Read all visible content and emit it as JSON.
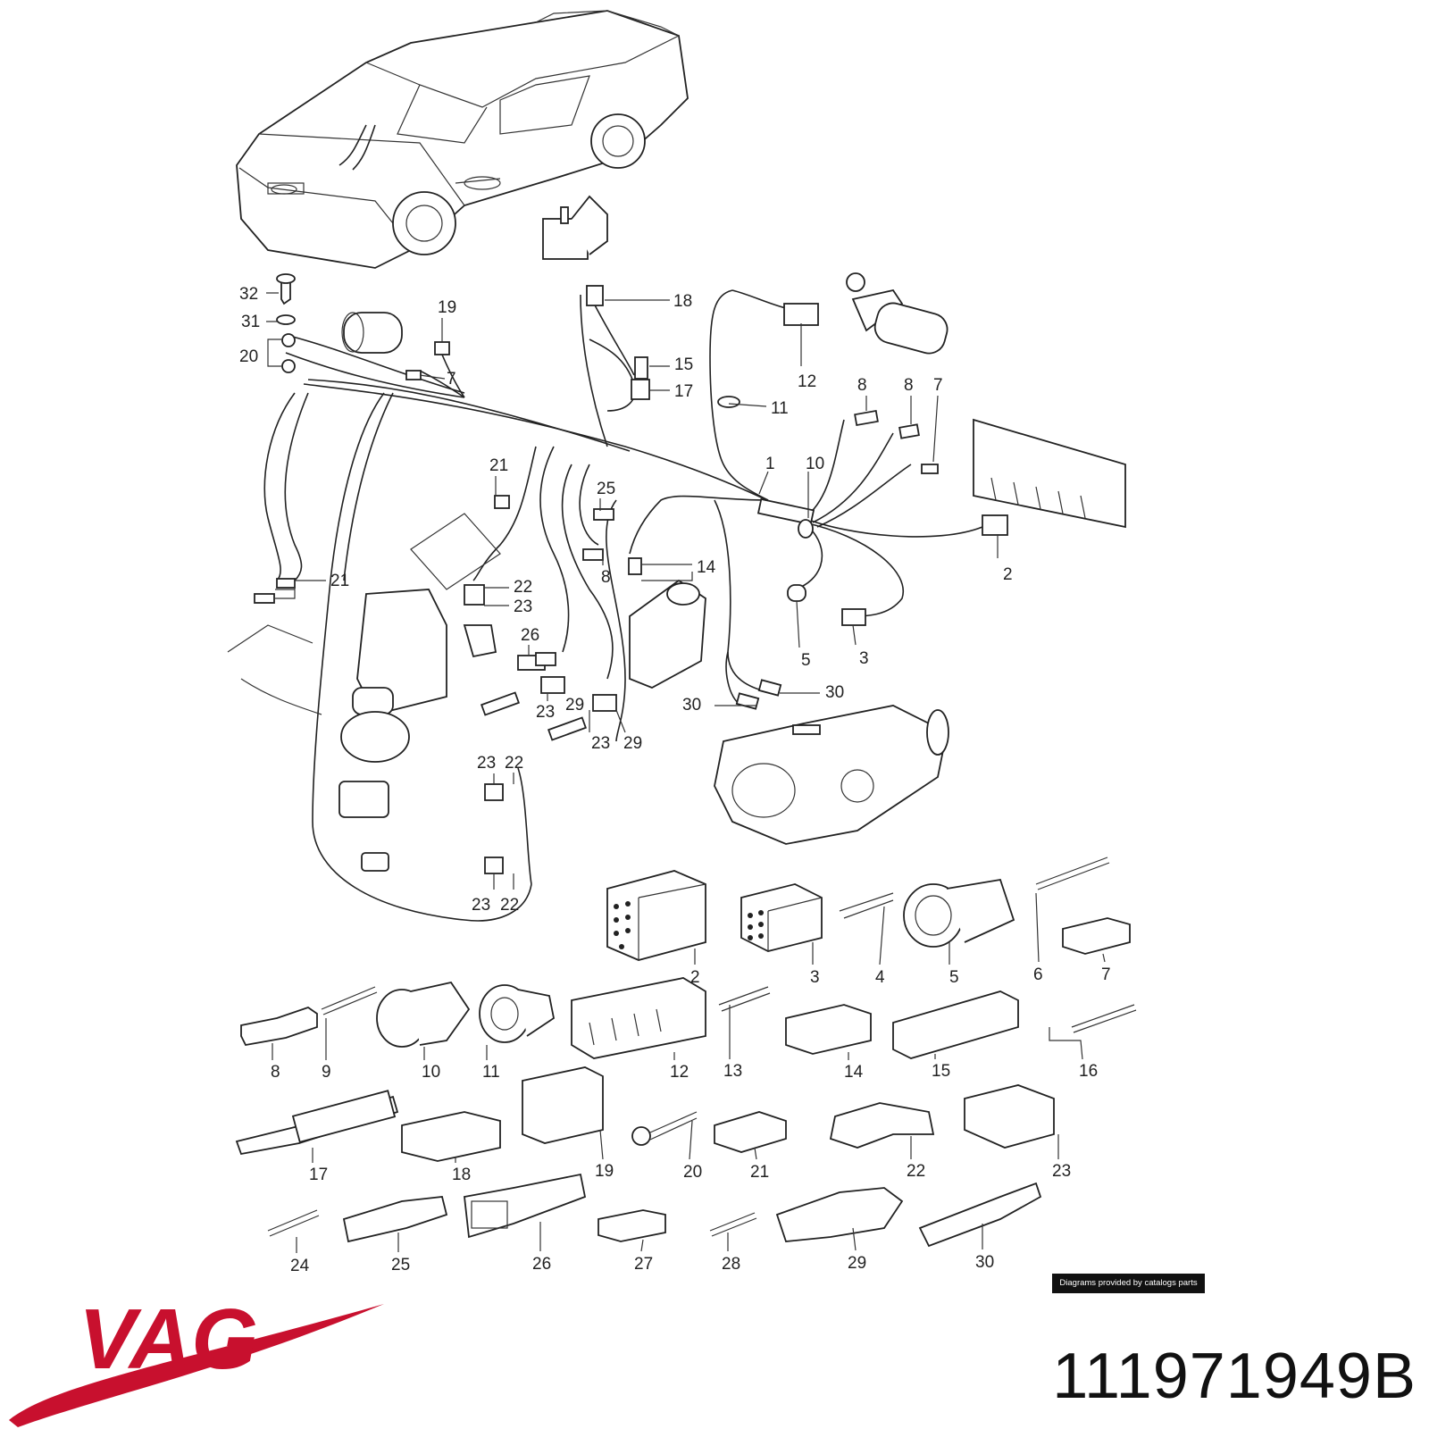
{
  "brand": {
    "logo_text": "VAG",
    "logo_color": "#c8102e"
  },
  "part_number": "111971949B",
  "credit": "Diagrams provided by catalogs parts",
  "callouts": [
    {
      "id": "c32",
      "label": "32"
    },
    {
      "id": "c31",
      "label": "31"
    },
    {
      "id": "c20a",
      "label": "20"
    },
    {
      "id": "c19",
      "label": "19"
    },
    {
      "id": "c7a",
      "label": "7"
    },
    {
      "id": "c18",
      "label": "18"
    },
    {
      "id": "c15",
      "label": "15"
    },
    {
      "id": "c17",
      "label": "17"
    },
    {
      "id": "c12a",
      "label": "12"
    },
    {
      "id": "c11a",
      "label": "11"
    },
    {
      "id": "c8a",
      "label": "8"
    },
    {
      "id": "c8b",
      "label": "8"
    },
    {
      "id": "c7b",
      "label": "7"
    },
    {
      "id": "c1",
      "label": "1"
    },
    {
      "id": "c10a",
      "label": "10"
    },
    {
      "id": "c21a",
      "label": "21"
    },
    {
      "id": "c25a",
      "label": "25"
    },
    {
      "id": "c2a",
      "label": "2"
    },
    {
      "id": "c8c",
      "label": "8"
    },
    {
      "id": "c14a",
      "label": "14"
    },
    {
      "id": "c21b",
      "label": "21"
    },
    {
      "id": "c22a",
      "label": "22"
    },
    {
      "id": "c23a",
      "label": "23"
    },
    {
      "id": "c5a",
      "label": "5"
    },
    {
      "id": "c3a",
      "label": "3"
    },
    {
      "id": "c26a",
      "label": "26"
    },
    {
      "id": "c30a",
      "label": "30"
    },
    {
      "id": "c30b",
      "label": "30"
    },
    {
      "id": "c23b",
      "label": "23"
    },
    {
      "id": "c29a",
      "label": "29"
    },
    {
      "id": "c23c",
      "label": "23"
    },
    {
      "id": "c29b",
      "label": "29"
    },
    {
      "id": "c23d",
      "label": "23"
    },
    {
      "id": "c22b",
      "label": "22"
    },
    {
      "id": "c23e",
      "label": "23"
    },
    {
      "id": "c22c",
      "label": "22"
    },
    {
      "id": "c2b",
      "label": "2"
    },
    {
      "id": "c3b",
      "label": "3"
    },
    {
      "id": "c4",
      "label": "4"
    },
    {
      "id": "c5b",
      "label": "5"
    },
    {
      "id": "c6",
      "label": "6"
    },
    {
      "id": "c7c",
      "label": "7"
    },
    {
      "id": "c8d",
      "label": "8"
    },
    {
      "id": "c9",
      "label": "9"
    },
    {
      "id": "c10b",
      "label": "10"
    },
    {
      "id": "c11b",
      "label": "11"
    },
    {
      "id": "c12b",
      "label": "12"
    },
    {
      "id": "c13",
      "label": "13"
    },
    {
      "id": "c14b",
      "label": "14"
    },
    {
      "id": "c15b",
      "label": "15"
    },
    {
      "id": "c16",
      "label": "16"
    },
    {
      "id": "c17b",
      "label": "17"
    },
    {
      "id": "c18b",
      "label": "18"
    },
    {
      "id": "c19b",
      "label": "19"
    },
    {
      "id": "c20b",
      "label": "20"
    },
    {
      "id": "c21c",
      "label": "21"
    },
    {
      "id": "c22d",
      "label": "22"
    },
    {
      "id": "c23f",
      "label": "23"
    },
    {
      "id": "c24",
      "label": "24"
    },
    {
      "id": "c25b",
      "label": "25"
    },
    {
      "id": "c26b",
      "label": "26"
    },
    {
      "id": "c27",
      "label": "27"
    },
    {
      "id": "c28",
      "label": "28"
    },
    {
      "id": "c29c",
      "label": "29"
    },
    {
      "id": "c30c",
      "label": "30"
    }
  ]
}
